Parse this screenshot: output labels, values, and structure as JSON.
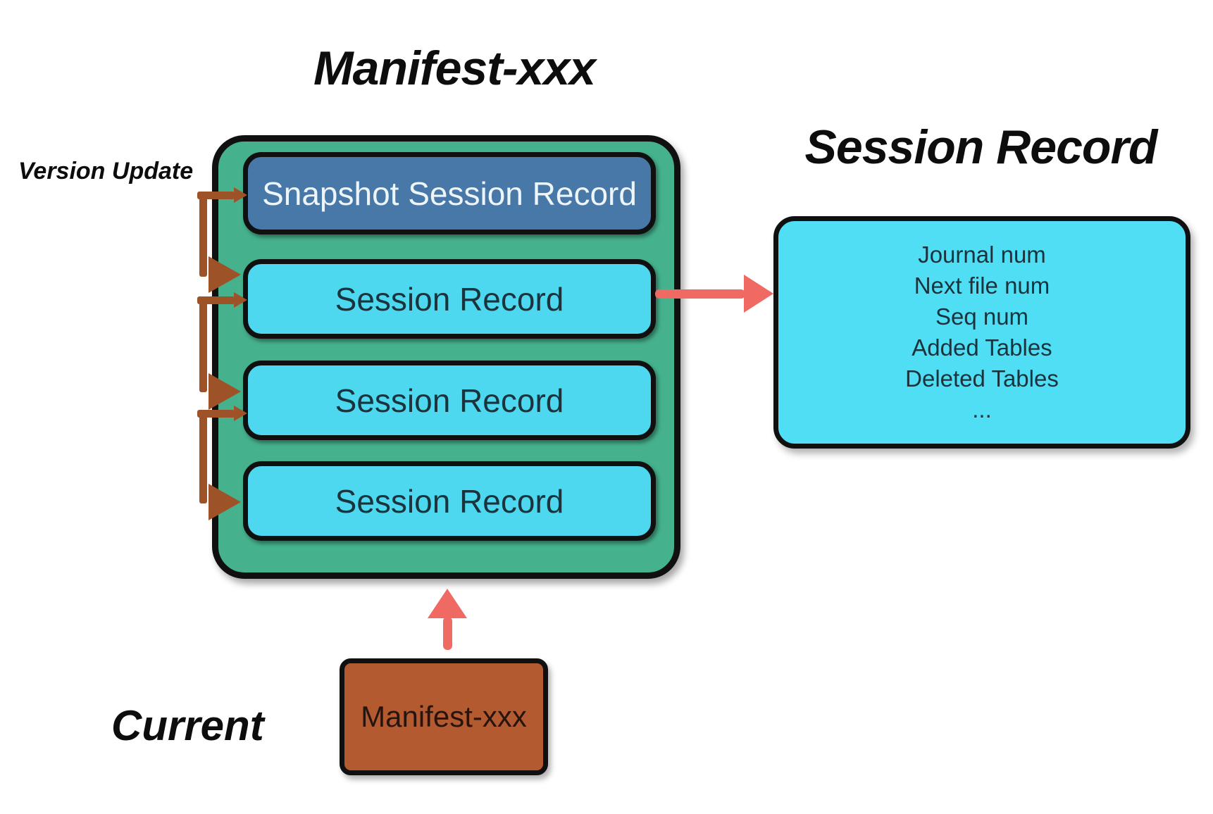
{
  "titles": {
    "manifest": "Manifest-xxx",
    "session_record": "Session Record"
  },
  "labels": {
    "version_update": "Version Update",
    "current": "Current"
  },
  "manifest_container": {
    "records": [
      {
        "label": "Snapshot Session Record",
        "type": "snapshot"
      },
      {
        "label": "Session Record",
        "type": "session"
      },
      {
        "label": "Session Record",
        "type": "session"
      },
      {
        "label": "Session Record",
        "type": "session"
      }
    ]
  },
  "session_record_detail": {
    "fields": [
      "Journal num",
      "Next file num",
      "Seq num",
      "Added Tables",
      "Deleted Tables",
      "..."
    ]
  },
  "current_manifest": {
    "label": "Manifest-xxx"
  },
  "arrows": {
    "version_update_color": "#9e5228",
    "pointer_color": "#ee6a63"
  },
  "colors": {
    "green": "#45b28d",
    "cyan": "#4dd8f0",
    "cyan2": "#50def5",
    "blue": "#4878a8",
    "orange": "#b45a31",
    "brown": "#9e5228",
    "salmon": "#ee6a63",
    "ink": "#101010",
    "textdark": "#1b333c",
    "textlight": "#eef5f9",
    "orangetext": "#27150d"
  }
}
